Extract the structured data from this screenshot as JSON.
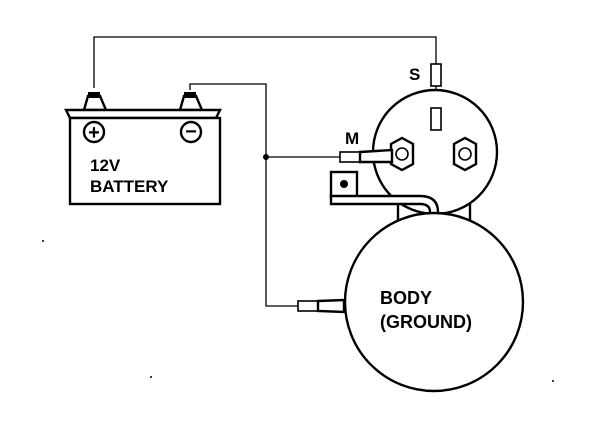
{
  "battery": {
    "label_line1": "12V",
    "label_line2": "BATTERY",
    "positive_symbol": "+",
    "negative_symbol": "−"
  },
  "terminals": {
    "s_label": "S",
    "m_label": "M"
  },
  "motor": {
    "label_line1": "BODY",
    "label_line2": "(GROUND)"
  },
  "colors": {
    "ink": "#000000",
    "paper": "#ffffff"
  }
}
